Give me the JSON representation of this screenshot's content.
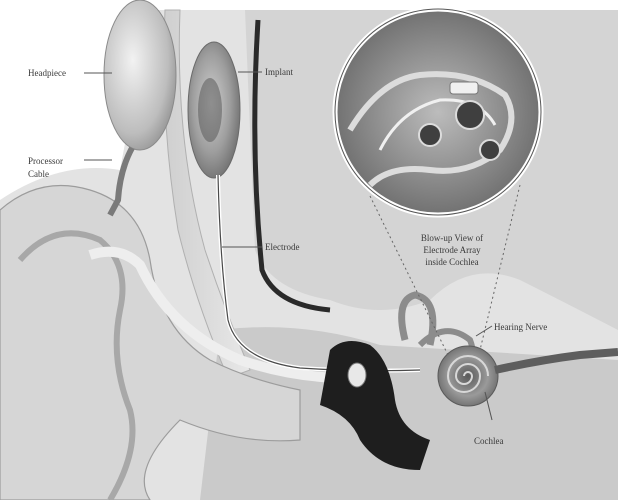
{
  "labels": {
    "headpiece": "Headpiece",
    "processor_cable_line1": "Processor",
    "processor_cable_line2": "Cable",
    "implant": "Implant",
    "electrode": "Electrode",
    "blowup_line1": "Blow-up View of",
    "blowup_line2": "Electrode Array",
    "blowup_line3": "inside Cochlea",
    "hearing_nerve": "Hearing Nerve",
    "cochlea": "Cochlea"
  },
  "colors": {
    "background": "#ffffff",
    "tissue_light": "#e6e6e6",
    "tissue_mid": "#c9c9c9",
    "tissue_dark": "#9a9a9a",
    "canal_dark": "#222222",
    "label_text": "#3a3a3a",
    "leader_line": "#555555"
  }
}
